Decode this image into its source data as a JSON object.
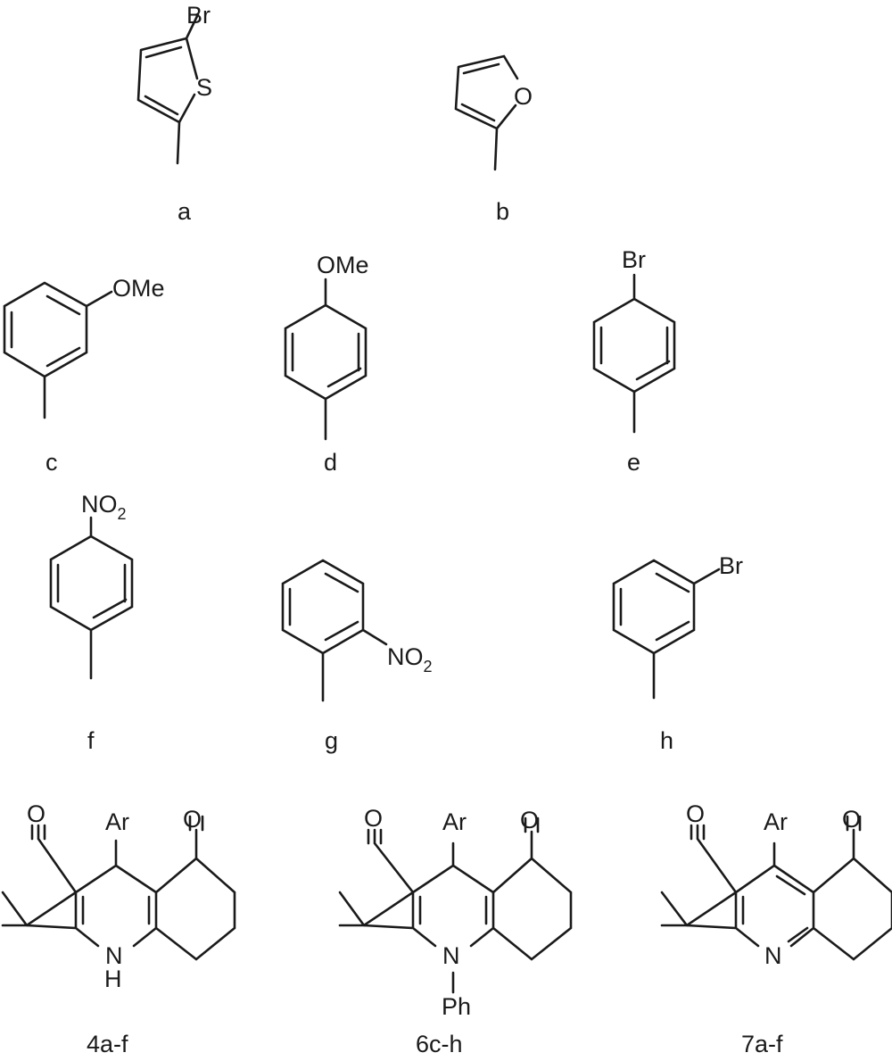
{
  "atoms": {
    "br": "Br",
    "s": "S",
    "o": "O",
    "ome": "OMe",
    "no": "NO",
    "two": "2",
    "ar": "Ar",
    "n": "N",
    "h": "H",
    "ph": "Ph"
  },
  "labels": {
    "a": "a",
    "b": "b",
    "c": "c",
    "d": "d",
    "e": "e",
    "f": "f",
    "g": "g",
    "h": "h",
    "p4": "4a-f",
    "p6": "6c-h",
    "p7": "7a-f"
  }
}
